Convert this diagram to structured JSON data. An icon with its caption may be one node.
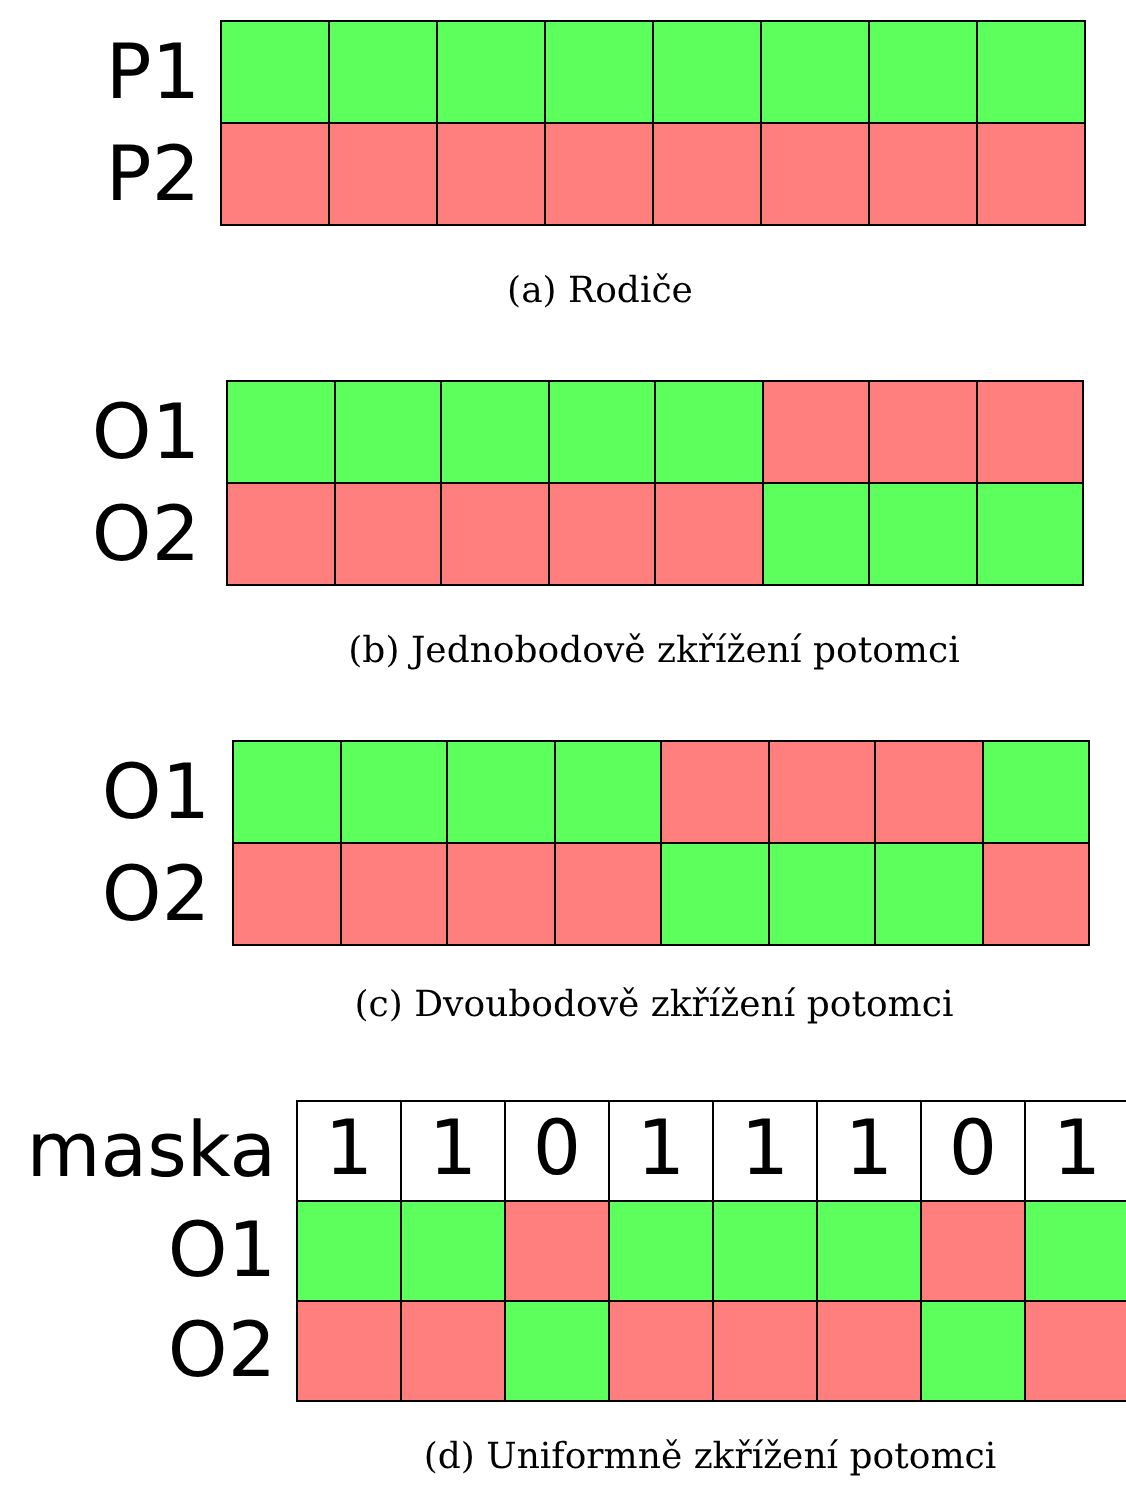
{
  "diagram": {
    "labels": [
      "P1",
      "P2",
      "(a) Rodiče",
      "O1",
      "O2",
      "(b) Jednobodově zkřížení potomci",
      "O1",
      "O2",
      "(c) Dvoubodově zkřížení potomci",
      "maska",
      "1",
      "1",
      "0",
      "1",
      "1",
      "1",
      "0",
      "1",
      "O1",
      "O2",
      "(d) Uniformně zkřížení potomci"
    ]
  }
}
